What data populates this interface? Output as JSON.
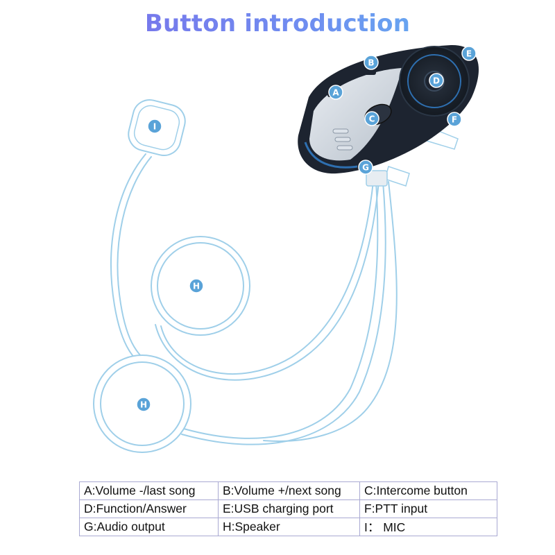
{
  "title": "Button introduction",
  "badges": {
    "A": "A",
    "B": "B",
    "C": "C",
    "D": "D",
    "E": "E",
    "F": "F",
    "G": "G",
    "H_upper": "H",
    "H_lower": "H",
    "I": "I"
  },
  "legend": [
    [
      "A:Volume -/last song",
      "B:Volume +/next song",
      "C:Intercome button"
    ],
    [
      "D:Function/Answer",
      "E:USB charging port",
      "F:PTT input"
    ],
    [
      "G:Audio output",
      "H:Speaker",
      "I： MIC"
    ]
  ],
  "colors": {
    "outline": "#9fcfe9",
    "badge": "#5aa3d8",
    "device_body": "#1d2430",
    "device_accent": "#2e6fb0",
    "legend_border": "#a9a9d2"
  }
}
